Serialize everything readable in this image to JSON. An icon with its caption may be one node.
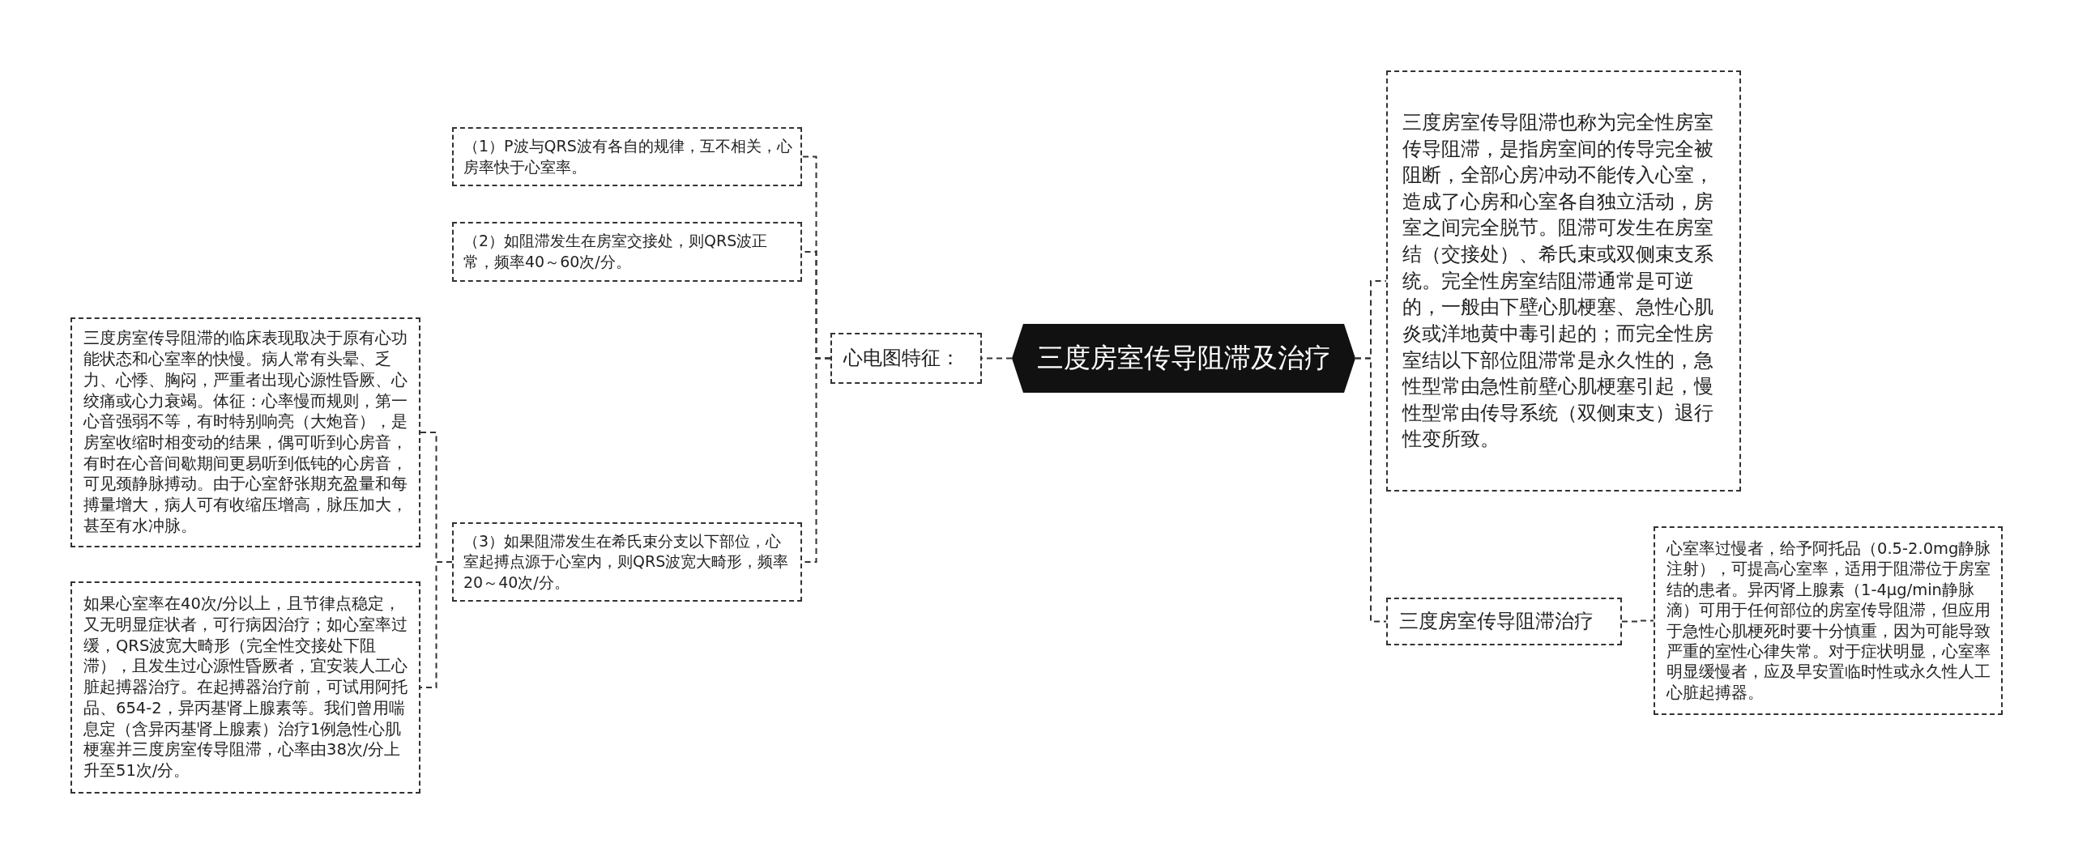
{
  "diagram": {
    "nodes": [
      {
        "text": [
          "三度房室传导阻滞及治疗"
        ]
      },
      {
        "text": [
          "心电图特征："
        ]
      },
      {
        "text": [
          "（1）P波与QRS波有各自的规律，互不相关，心房率快于心室率。"
        ]
      },
      {
        "text": [
          "（2）如阻滞发生在房室交接处，则QRS波正常，频率40～60次/分。"
        ]
      },
      {
        "text": [
          "（3）如果阻滞发生在希氏束分支以下部位，心室起搏点源于心室内，则QRS波宽大畸形，频率20～40次/分。"
        ]
      },
      {
        "text": [
          "三度房室传导阻滞的临床表现取决于原有心功能状态和心室率的快慢。病人常有头晕、乏力、心悸、胸闷，严重者出现心源性昏厥、心绞痛或心力衰竭。体征：心率慢而规则，第一心音强弱不等，有时特别响亮（大炮音），是房室收缩时相变动的结果，偶可听到心房音，有时在心音间歇期间更易听到低钝的心房音，可见颈静脉搏动。由于心室舒张期充盈量和每搏量增大，病人可有收缩压增高，脉压加大，甚至有水冲脉。"
        ]
      },
      {
        "text": [
          "如果心室率在40次/分以上，且节律点稳定，又无明显症状者，可行病因治疗；如心室率过缓，QRS波宽大畸形（完全性交接处下阻滞），且发生过心源性昏厥者，宜安装人工心脏起搏器治疗。在起搏器治疗前，可试用阿托品、654-2，异丙基肾上腺素等。我们曾用喘息定（含异丙基肾上腺素）治疗1例急性心肌梗塞并三度房室传导阻滞，心率由38次/分上升至51次/分。"
        ]
      },
      {
        "text": [
          "三度房室传导阻滞也称为完全性房室传导阻滞，是指房室间的传导完全被阻断，全部心房冲动不能传入心室，造成了心房和心室各自独立活动，房室之间完全脱节。阻滞可发生在房室结（交接处）、希氏束或双侧束支系统。完全性房室结阻滞通常是可逆的，一般由下壁心肌梗塞、急性心肌炎或洋地黄中毒引起的；而完全性房室结以下部位阻滞常是永久性的，急性型常由急性前壁心肌梗塞引起，慢性型常由传导系统（双侧束支）退行性变所致。"
        ]
      },
      {
        "text": [
          "三度房室传导阻滞治疗"
        ]
      },
      {
        "text": [
          "心室率过慢者，给予阿托品（0.5-2.0mg静脉注射），可提高心室率，适用于阻滞位于房室结的患者。异丙肾上腺素（1-4μg/min静脉滴）可用于任何部位的房室传导阻滞，但应用于急性心肌梗死时要十分慎重，因为可能导致严重的室性心律失常。对于症状明显，心室率明显缓慢者，应及早安置临时性或永久性人工心脏起搏器。"
        ]
      }
    ],
    "edges": [
      {
        "from": 0,
        "to": 1,
        "arrow": "none"
      },
      {
        "from": 1,
        "to": 2,
        "arrow": "none"
      },
      {
        "from": 1,
        "to": 3,
        "arrow": "none"
      },
      {
        "from": 1,
        "to": 4,
        "arrow": "none"
      },
      {
        "from": 4,
        "to": 5,
        "arrow": "none"
      },
      {
        "from": 4,
        "to": 6,
        "arrow": "none"
      },
      {
        "from": 0,
        "to": 7,
        "arrow": "none"
      },
      {
        "from": 0,
        "to": 8,
        "arrow": "none"
      },
      {
        "from": 8,
        "to": 9,
        "arrow": "none"
      }
    ]
  }
}
